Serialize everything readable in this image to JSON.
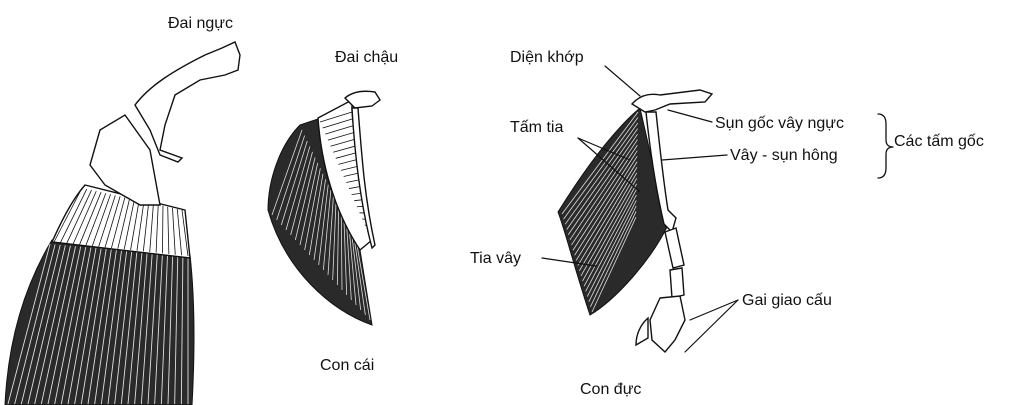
{
  "panels": {
    "left": {
      "labels": {
        "pectoral_girdle": "Đai ngực"
      }
    },
    "middle": {
      "labels": {
        "pelvic_girdle": "Đai chậu",
        "caption": "Con cái"
      }
    },
    "right": {
      "labels": {
        "articular_surface": "Diện khớp",
        "radials": "Tấm tia",
        "propterygium_cartilage": "Sụn gốc vây ngực",
        "basal_plates_group": "Các tấm gốc",
        "metapterygium_cartilage": "Vây - sụn hông",
        "fin_rays": "Tia vây",
        "claspers": "Gai giao cấu",
        "caption": "Con đực"
      }
    }
  }
}
